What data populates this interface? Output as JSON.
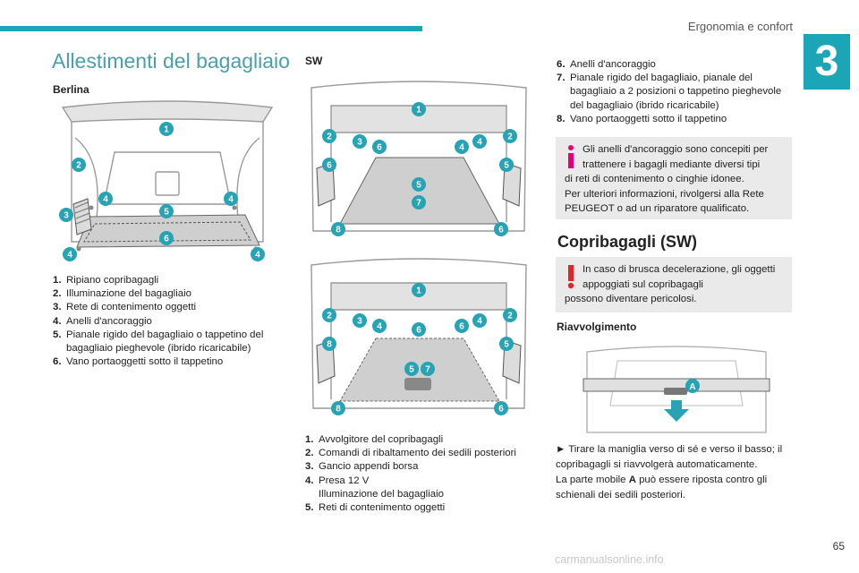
{
  "header": {
    "section": "Ergonomia e confort",
    "chapter": "3"
  },
  "title": "Allestimenti del bagagliaio",
  "berlina": {
    "label": "Berlina",
    "items": [
      {
        "n": "1.",
        "text": "Ripiano copribagagli"
      },
      {
        "n": "2.",
        "text": "Illuminazione del bagagliaio"
      },
      {
        "n": "3.",
        "text": "Rete di contenimento oggetti"
      },
      {
        "n": "4.",
        "text": "Anelli d'ancoraggio"
      },
      {
        "n": "5.",
        "text": "Pianale rigido del bagagliaio o tappetino del bagagliaio pieghevole (ibrido ricaricabile)"
      },
      {
        "n": "6.",
        "text": "Vano portaoggetti sotto il tappetino"
      }
    ]
  },
  "sw": {
    "label": "SW",
    "items": [
      {
        "n": "1.",
        "text": "Avvolgitore del copribagagli"
      },
      {
        "n": "2.",
        "text": "Comandi di ribaltamento dei sedili posteriori"
      },
      {
        "n": "3.",
        "text": "Gancio appendi borsa"
      },
      {
        "n": "4.",
        "text": "Presa 12 V",
        "text2": "Illuminazione del bagagliaio"
      },
      {
        "n": "5.",
        "text": "Reti di contenimento oggetti"
      }
    ],
    "items_cont": [
      {
        "n": "6.",
        "text": "Anelli d'ancoraggio"
      },
      {
        "n": "7.",
        "text": "Pianale rigido del bagagliaio, pianale del bagagliaio a 2 posizioni o tappetino pieghevole del bagagliaio (ibrido ricaricabile)"
      },
      {
        "n": "8.",
        "text": "Vano portaoggetti sotto il tappetino"
      }
    ]
  },
  "info_box": {
    "line1": "Gli anelli d'ancoraggio sono concepiti per trattenere i bagagli mediante diversi tipi",
    "line2": "di reti di contenimento o cinghie idonee.",
    "line3": "Per ulteriori informazioni, rivolgersi alla Rete PEUGEOT o ad un riparatore qualificato."
  },
  "copribagagli": {
    "title": "Copribagagli (SW)",
    "warning1": "In caso di brusca decelerazione, gli oggetti appoggiati sul copribagagli",
    "warning2": "possono diventare pericolosi.",
    "riavvolgimento": "Riavvolgimento",
    "callout": "A",
    "step": "► Tirare la maniglia verso di sé e verso il basso; il copribagagli si riavvolgerà automaticamente.",
    "note_pre": "La parte mobile ",
    "note_bold": "A",
    "note_post": " può essere riposta contro gli schienali dei sedili posteriori."
  },
  "callouts": {
    "berlina": [
      "1",
      "2",
      "3",
      "4",
      "4",
      "5",
      "6",
      "4",
      "4"
    ],
    "sw1": [
      "1",
      "2",
      "2",
      "3",
      "4",
      "4",
      "6",
      "6",
      "5",
      "5",
      "7",
      "8",
      "6",
      "6"
    ],
    "sw2": [
      "1",
      "2",
      "2",
      "3",
      "4",
      "4",
      "6",
      "6",
      "8",
      "5",
      "5",
      "7",
      "8",
      "6",
      "6"
    ]
  },
  "colors": {
    "accent": "#1aa6b7",
    "warning": "#e0262b",
    "callout": "#27a3b3"
  },
  "page_number": "65",
  "watermark": "carmanualsonline.info"
}
